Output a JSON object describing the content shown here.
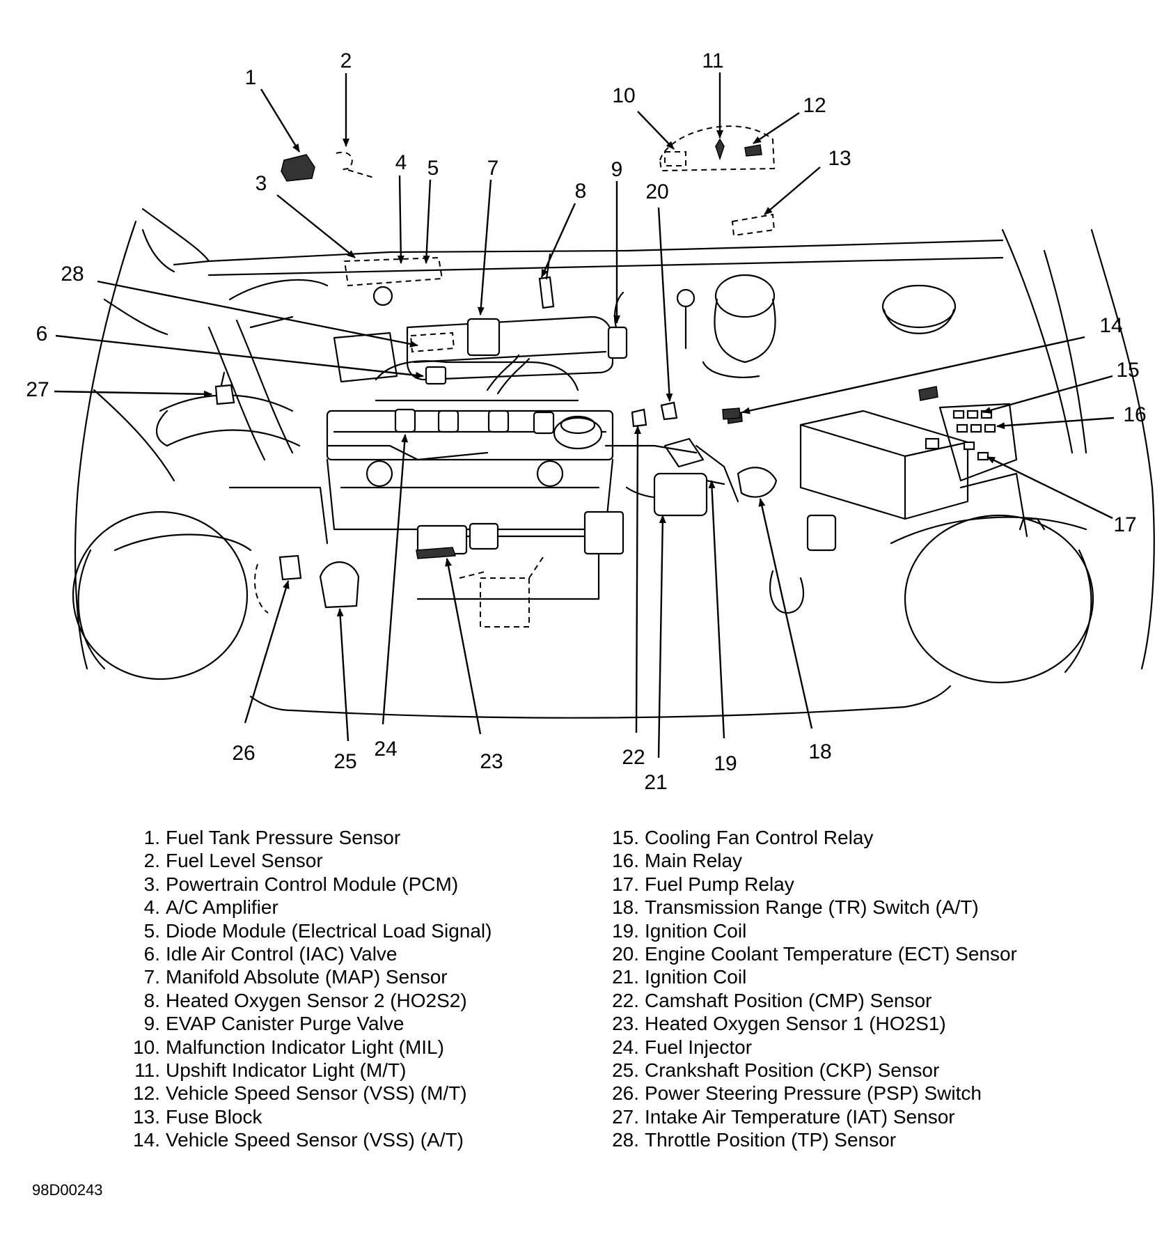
{
  "figure_id": "98D00243",
  "callouts": [
    {
      "n": "1"
    },
    {
      "n": "2"
    },
    {
      "n": "3"
    },
    {
      "n": "4"
    },
    {
      "n": "5"
    },
    {
      "n": "6"
    },
    {
      "n": "7"
    },
    {
      "n": "8"
    },
    {
      "n": "9"
    },
    {
      "n": "10"
    },
    {
      "n": "11"
    },
    {
      "n": "12"
    },
    {
      "n": "13"
    },
    {
      "n": "14"
    },
    {
      "n": "15"
    },
    {
      "n": "16"
    },
    {
      "n": "17"
    },
    {
      "n": "18"
    },
    {
      "n": "19"
    },
    {
      "n": "20"
    },
    {
      "n": "21"
    },
    {
      "n": "22"
    },
    {
      "n": "23"
    },
    {
      "n": "24"
    },
    {
      "n": "25"
    },
    {
      "n": "26"
    },
    {
      "n": "27"
    },
    {
      "n": "28"
    }
  ],
  "legend_left": [
    {
      "num": "1.",
      "label": "Fuel Tank Pressure Sensor"
    },
    {
      "num": "2.",
      "label": "Fuel Level Sensor"
    },
    {
      "num": "3.",
      "label": "Powertrain Control Module (PCM)"
    },
    {
      "num": "4.",
      "label": "A/C Amplifier"
    },
    {
      "num": "5.",
      "label": "Diode Module (Electrical Load Signal)"
    },
    {
      "num": "6.",
      "label": "Idle Air Control (IAC) Valve"
    },
    {
      "num": "7.",
      "label": "Manifold Absolute (MAP) Sensor"
    },
    {
      "num": "8.",
      "label": "Heated Oxygen Sensor 2 (HO2S2)"
    },
    {
      "num": "9.",
      "label": "EVAP Canister Purge Valve"
    },
    {
      "num": "10.",
      "label": "Malfunction Indicator Light (MIL)"
    },
    {
      "num": "11.",
      "label": "Upshift Indicator Light (M/T)"
    },
    {
      "num": "12.",
      "label": "Vehicle Speed Sensor (VSS) (M/T)"
    },
    {
      "num": "13.",
      "label": "Fuse Block"
    },
    {
      "num": "14.",
      "label": "Vehicle Speed Sensor (VSS) (A/T)"
    }
  ],
  "legend_right": [
    {
      "num": "15.",
      "label": "Cooling Fan Control Relay"
    },
    {
      "num": "16.",
      "label": "Main Relay"
    },
    {
      "num": "17.",
      "label": "Fuel Pump Relay"
    },
    {
      "num": "18.",
      "label": "Transmission Range (TR) Switch (A/T)"
    },
    {
      "num": "19.",
      "label": "Ignition Coil"
    },
    {
      "num": "20.",
      "label": "Engine Coolant Temperature (ECT) Sensor"
    },
    {
      "num": "21.",
      "label": "Ignition Coil"
    },
    {
      "num": "22.",
      "label": "Camshaft Position (CMP) Sensor"
    },
    {
      "num": "23.",
      "label": "Heated Oxygen Sensor 1 (HO2S1)"
    },
    {
      "num": "24.",
      "label": "Fuel Injector"
    },
    {
      "num": "25.",
      "label": "Crankshaft Position (CKP) Sensor"
    },
    {
      "num": "26.",
      "label": "Power Steering Pressure (PSP) Switch"
    },
    {
      "num": "27.",
      "label": "Intake Air Temperature (IAT) Sensor"
    },
    {
      "num": "28.",
      "label": "Throttle Position (TP) Sensor"
    }
  ]
}
